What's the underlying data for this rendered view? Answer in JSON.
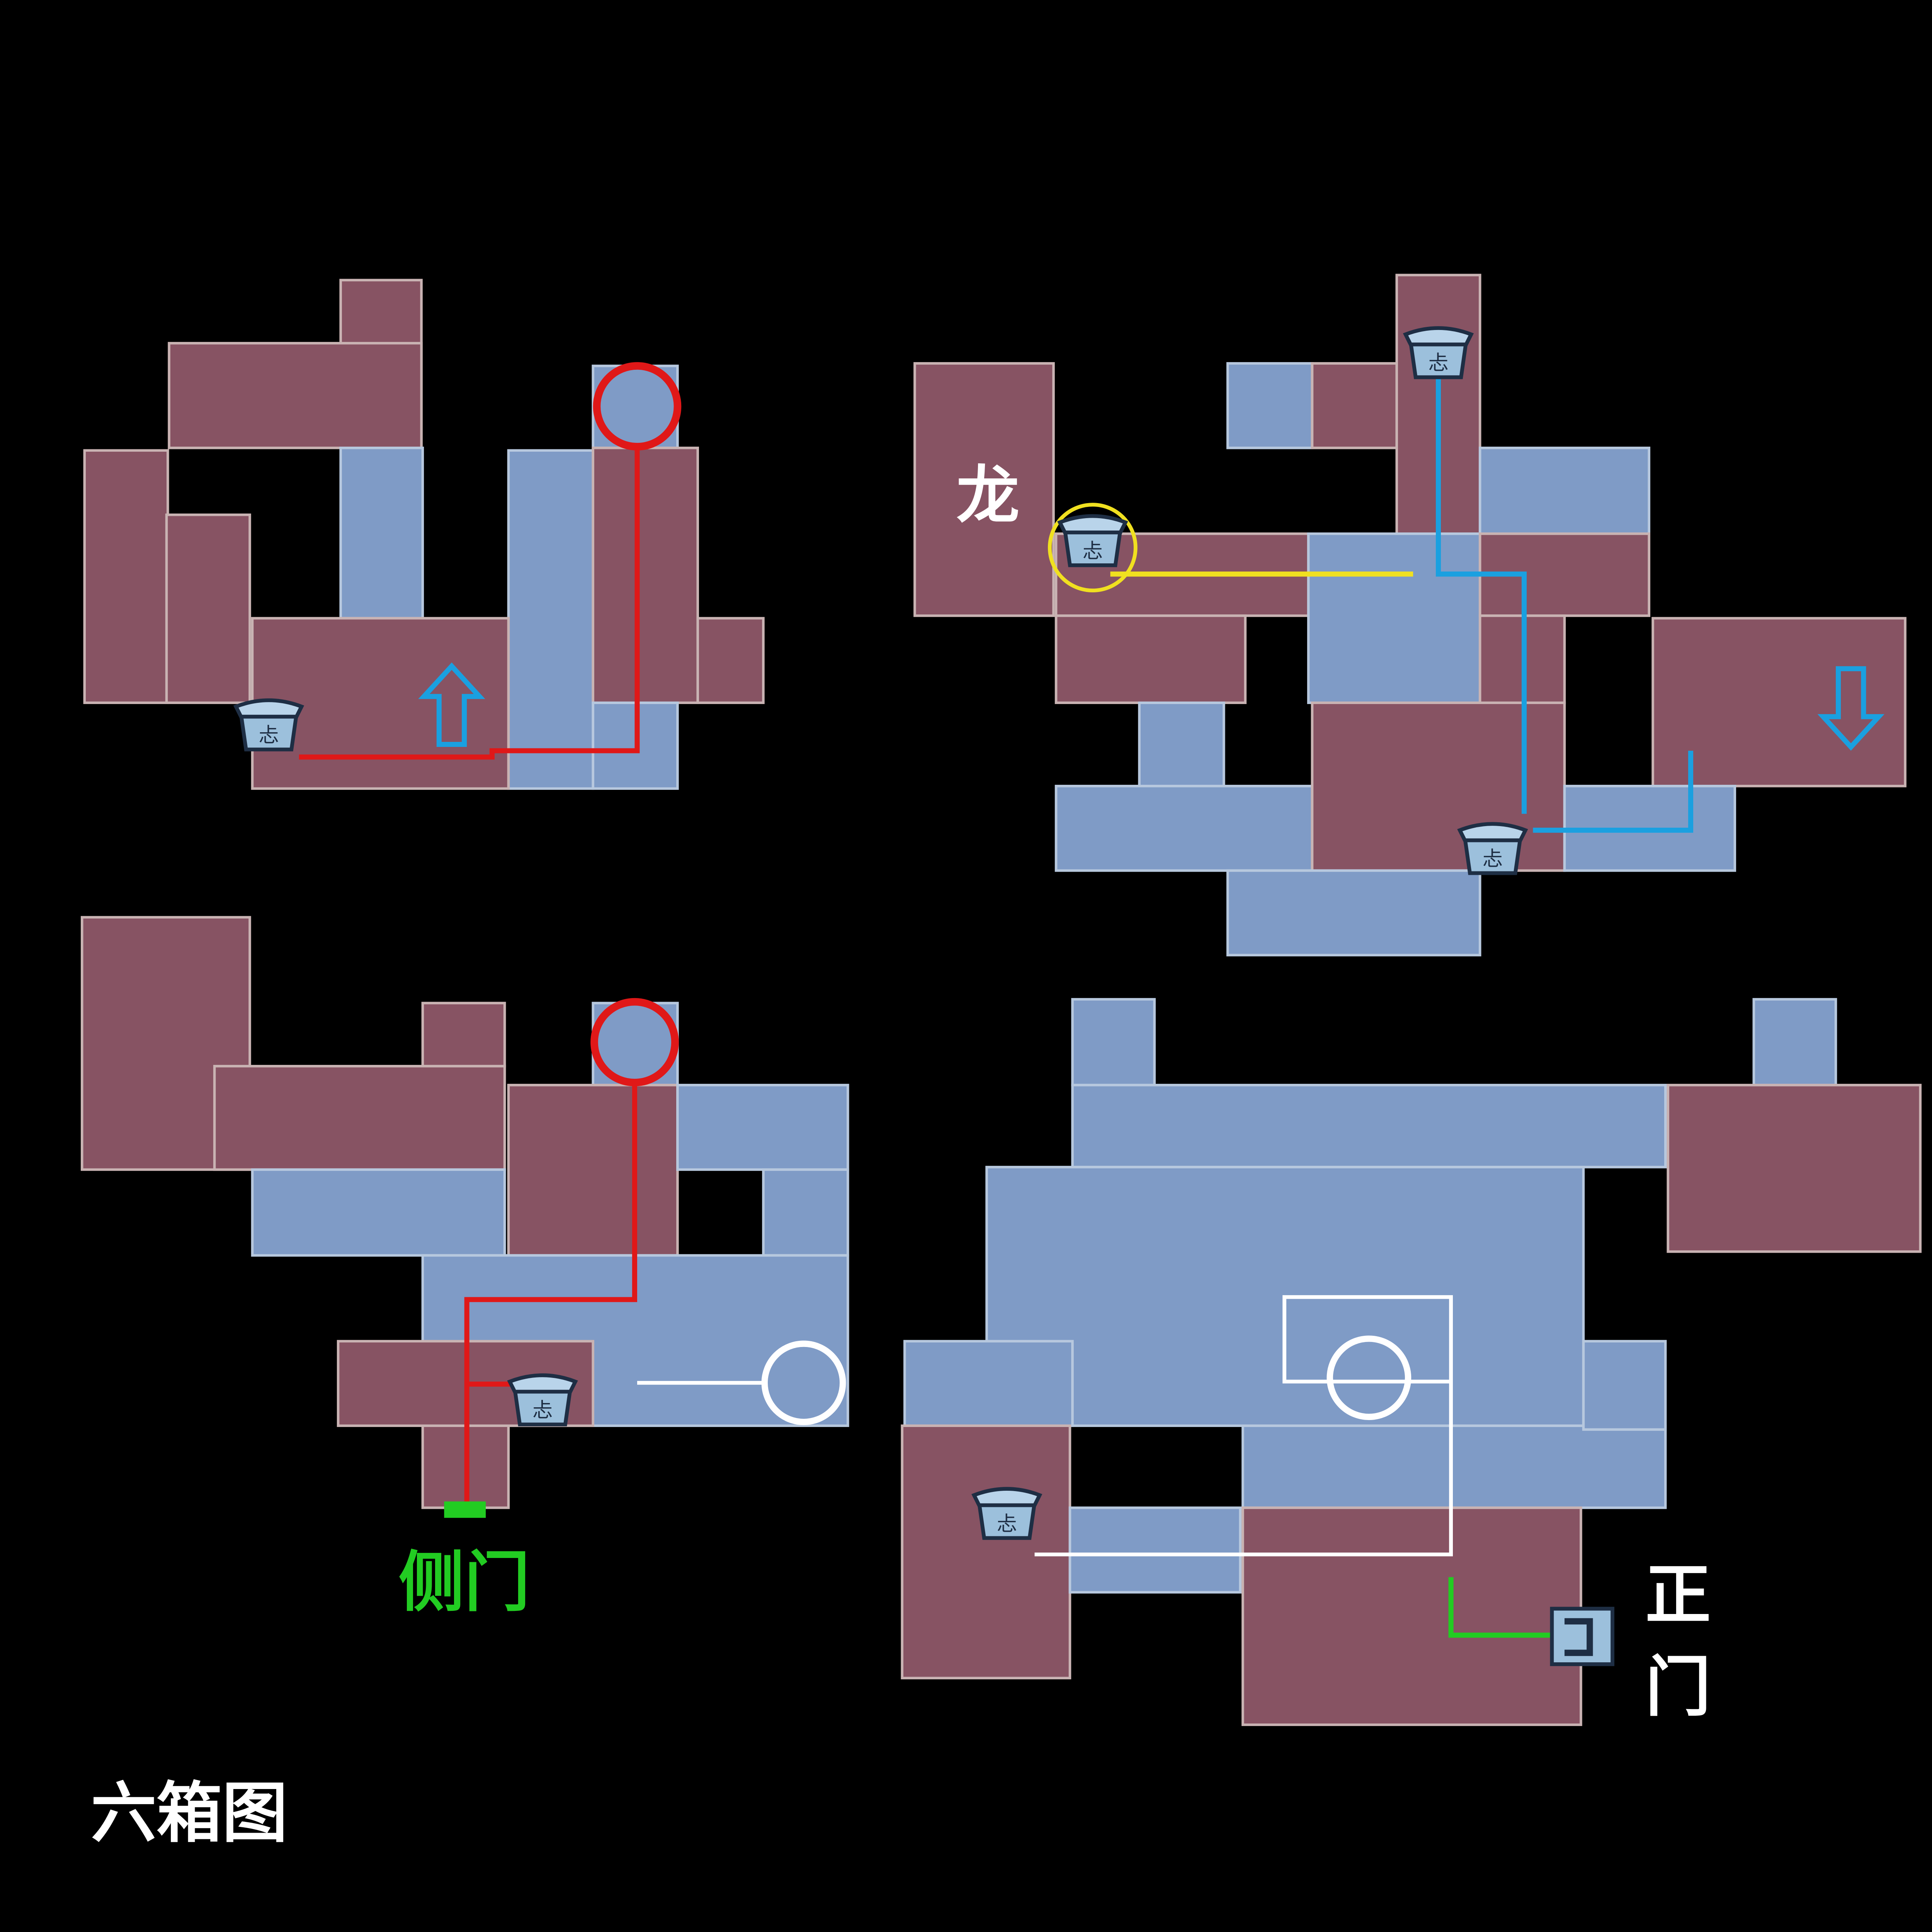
{
  "title": "六箱图",
  "labels": {
    "dragon": "龙",
    "side_gate": "侧门",
    "main_gate_1": "正",
    "main_gate_2": "门"
  },
  "colors": {
    "background": "#000000",
    "room_red": "#875363",
    "room_blue": "#7f9bc6",
    "route_red": "#e01818",
    "route_blue": "#1aa0e0",
    "route_yellow": "#f0e020",
    "route_white": "#ffffff",
    "route_green": "#22cc22"
  },
  "markers": {
    "chest_count": 6,
    "icons": [
      "chest-icon",
      "stair-icon",
      "up-arrow-icon",
      "down-arrow-icon",
      "exit-gate-icon"
    ]
  }
}
